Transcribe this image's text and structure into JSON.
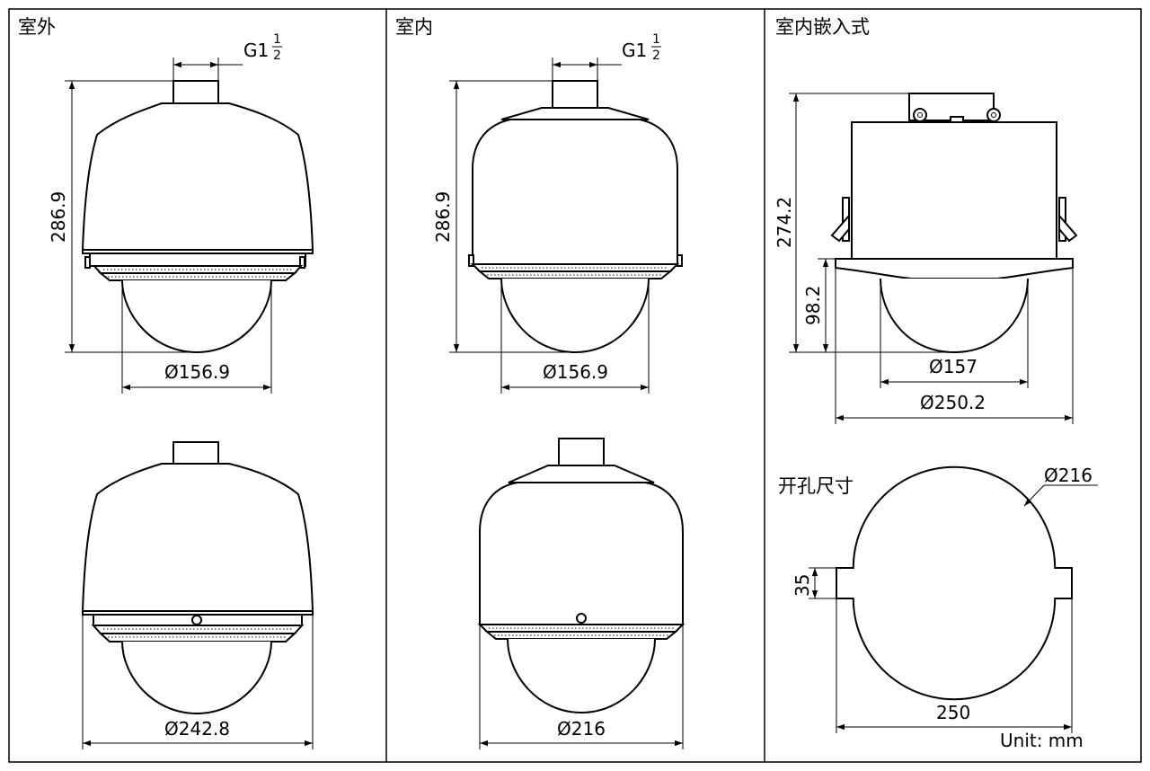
{
  "colors": {
    "line": "#000000",
    "background": "#ffffff"
  },
  "panels": {
    "outdoor": {
      "title": "室外",
      "thread_label": "G1",
      "thread_fraction_num": "1",
      "thread_fraction_den": "2",
      "height_dim": "286.9",
      "dome_dim": "Ø156.9",
      "body_dim": "Ø242.8"
    },
    "indoor": {
      "title": "室内",
      "thread_label": "G1",
      "thread_fraction_num": "1",
      "thread_fraction_den": "2",
      "height_dim": "286.9",
      "dome_dim": "Ø156.9",
      "body_dim": "Ø216"
    },
    "recessed": {
      "title": "室内嵌入式",
      "height_dim": "274.2",
      "exposed_dim": "98.2",
      "dome_dim": "Ø157",
      "flange_dim": "Ø250.2"
    },
    "cutout": {
      "title": "开孔尺寸",
      "circle_dim": "Ø216",
      "tab_dim": "35",
      "width_dim": "250"
    }
  },
  "unit_note": "Unit: mm"
}
